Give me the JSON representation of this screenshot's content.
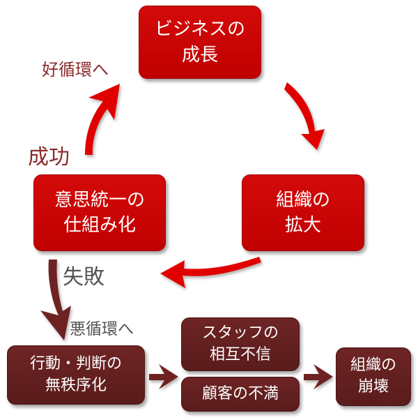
{
  "nodes": {
    "growth": "ビジネスの\n成長",
    "expansion": "組織の\n拡大",
    "unification": "意思統一の\n仕組み化",
    "disorder": "行動・判断の\n無秩序化",
    "distrust": "スタッフの\n相互不信",
    "dissatisfaction": "顧客の不満",
    "collapse": "組織の\n崩壊"
  },
  "labels": {
    "virtuous": "好循環へ",
    "success": "成功",
    "failure": "失敗",
    "vicious": "悪循環へ"
  },
  "colors": {
    "cycle_red": "#cc0000",
    "arrow_red": "#e00000",
    "dark_red": "#5e1e1e",
    "label_red": "#8b2a2a",
    "label_gray": "#555555"
  }
}
